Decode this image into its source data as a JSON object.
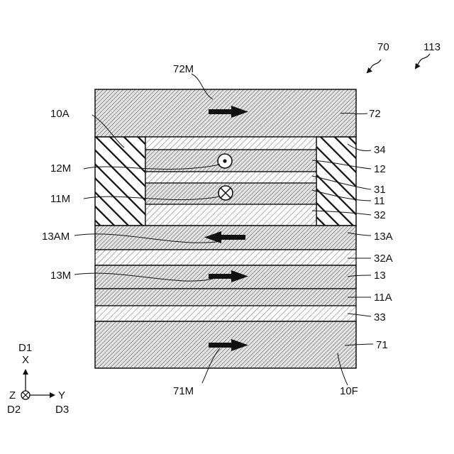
{
  "figure": {
    "ref_70": "70",
    "ref_113": "113",
    "labels": {
      "m72": "72M",
      "l72": "72",
      "l10A": "10A",
      "l34": "34",
      "m12": "12M",
      "l12": "12",
      "l31": "31",
      "m11": "11M",
      "l11": "11",
      "l32": "32",
      "m13A": "13AM",
      "l13A": "13A",
      "l32A": "32A",
      "m13": "13M",
      "l13": "13",
      "l11A": "11A",
      "l33": "33",
      "l71": "71",
      "m71": "71M",
      "l10F": "10F"
    },
    "axes": {
      "d1": "D1",
      "x": "X",
      "z": "Z",
      "y": "Y",
      "d2": "D2",
      "d3": "D3"
    }
  }
}
